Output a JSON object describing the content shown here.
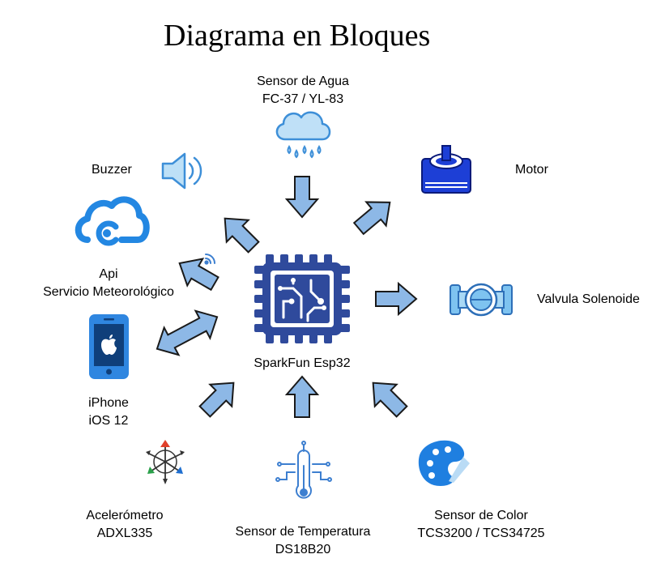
{
  "title": "Diagrama en Bloques",
  "center": {
    "label": "SparkFun Esp32",
    "icon": "chip-icon"
  },
  "nodes": {
    "water_sensor": {
      "line1": "Sensor de Agua",
      "line2": "FC-37 / YL-83",
      "icon": "rain-cloud-icon"
    },
    "motor": {
      "line1": "Motor",
      "icon": "motor-icon"
    },
    "solenoid": {
      "line1": "Valvula Solenoide",
      "icon": "solenoid-valve-icon"
    },
    "color_sensor": {
      "line1": "Sensor de Color",
      "line2": "TCS3200 / TCS34725",
      "icon": "palette-icon"
    },
    "temp_sensor": {
      "line1": "Sensor de Temperatura",
      "line2": "DS18B20",
      "icon": "thermometer-icon"
    },
    "accelerometer": {
      "line1": "Acelerómetro",
      "line2": "ADXL335",
      "icon": "axes-icon"
    },
    "iphone": {
      "line1": "iPhone",
      "line2": "iOS 12",
      "icon": "phone-icon"
    },
    "api": {
      "line1": "Api",
      "line2": "Servicio Meteorológico",
      "icon": "cloud-sync-icon"
    },
    "buzzer": {
      "line1": "Buzzer",
      "icon": "speaker-icon"
    }
  },
  "colors": {
    "arrow_fill": "#8db8e6",
    "arrow_stroke": "#1a1a1a",
    "chip": "#2f4a9c",
    "motor": "#1d3fd6",
    "icon_blue": "#2d8fe6",
    "light_blue": "#7ec3f0"
  }
}
